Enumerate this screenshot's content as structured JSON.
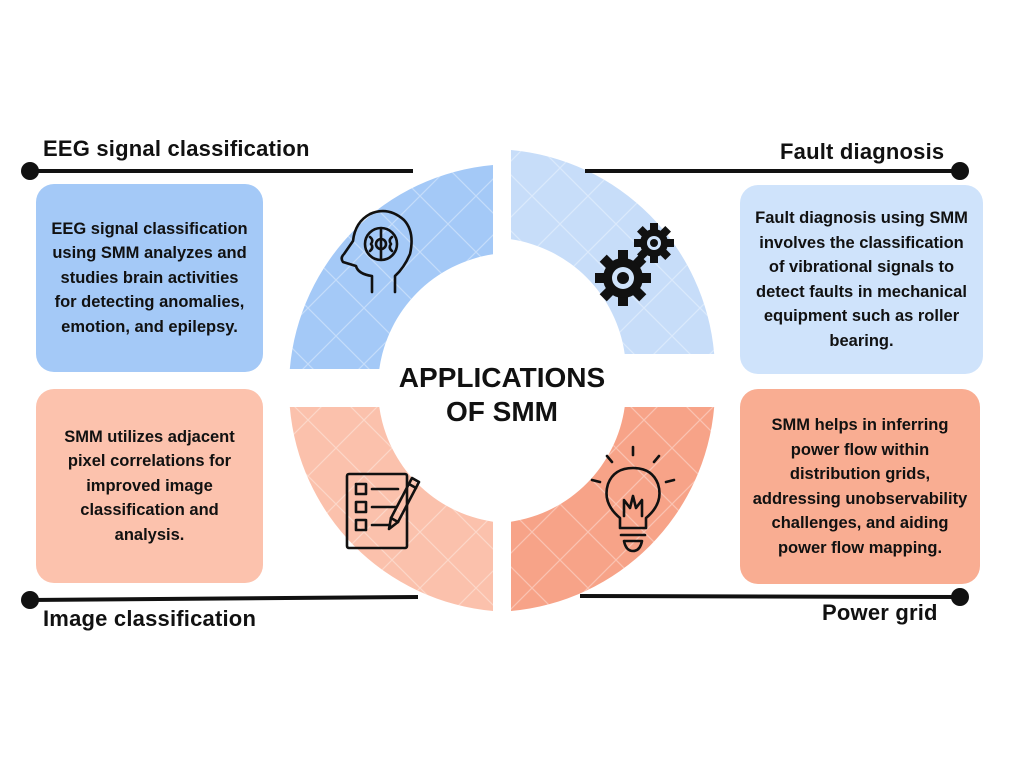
{
  "center": {
    "line1": "APPLICATIONS",
    "line2": "OF SMM"
  },
  "quadrants": {
    "top_left": {
      "heading": "EEG signal classification",
      "description": "EEG signal classification using SMM analyzes and studies brain activities for detecting anomalies, emotion, and epilepsy.",
      "icon": "brain-head-icon",
      "color": "#a4c9f7",
      "box_color": "#a4c9f7"
    },
    "top_right": {
      "heading": "Fault diagnosis",
      "description": "Fault diagnosis using SMM involves the classification of vibrational signals to detect faults in mechanical equipment such as roller bearing.",
      "icon": "gears-icon",
      "color": "#c7ddf9",
      "box_color": "#cfe3fb"
    },
    "bottom_left": {
      "heading": "Image classification",
      "description": "SMM utilizes adjacent pixel correlations for improved image classification and analysis.",
      "icon": "checklist-pencil-icon",
      "color": "#fbc1ac",
      "box_color": "#fcc2ad"
    },
    "bottom_right": {
      "heading": "Power grid",
      "description": "SMM helps in inferring power flow within distribution grids, addressing unobservability challenges, and aiding power flow mapping.",
      "icon": "lightbulb-icon",
      "color": "#f7a388",
      "box_color": "#f9ad92"
    }
  }
}
